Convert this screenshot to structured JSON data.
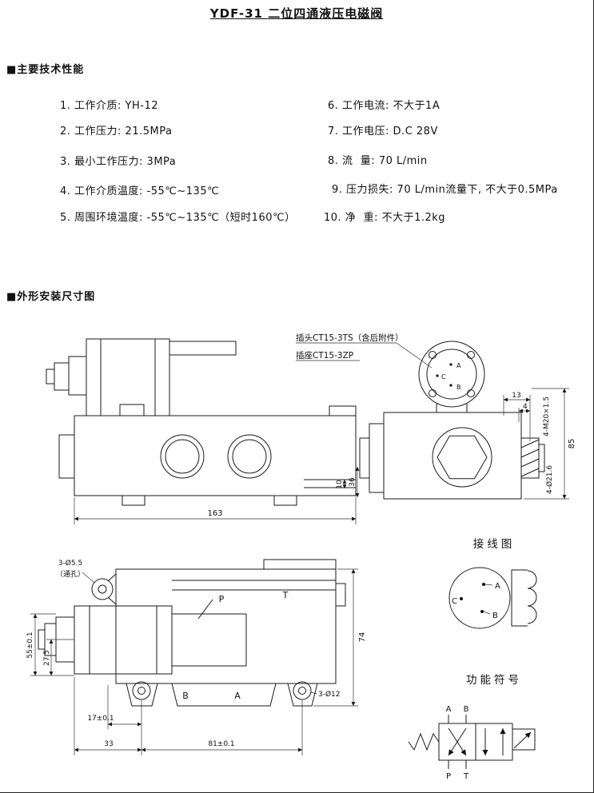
{
  "page": {
    "title": "YDF-31 二位四通液压电磁阀"
  },
  "sections": {
    "specs": "■主要技术性能",
    "dims": "■外形安装尺寸图"
  },
  "specs": {
    "left": [
      "1. 工作介质: YH-12",
      "2. 工作压力: 21.5MPa",
      "3. 最小工作压力: 3MPa",
      "4. 工作介质温度: -55℃~135℃",
      "5. 周围环境温度: -55℃~135℃（短时160℃）"
    ],
    "right": [
      "6. 工作电流: 不大于1A",
      "7. 工作电压: D.C 28V",
      "8. 流  量: 70 L/min",
      "9. 压力损失: 70 L/min流量下, 不大于0.5MPa",
      "10. 净  重: 不大于1.2kg"
    ]
  },
  "drawing": {
    "plug_label": "插头CT15-3TS（含后附件）",
    "socket_label": "插座CT15-3ZP",
    "dims": {
      "d163": "163",
      "d10": "10",
      "d36": "36",
      "d13": "13",
      "d4": "4",
      "m20": "4-M20×1.5",
      "d85": "85",
      "phi216": "4-Ø21.6",
      "holes": "3-Ø5.5",
      "through": "（通孔）",
      "d55": "55±0.1",
      "d275": "27.5",
      "d17": "17±0.1",
      "d33": "33",
      "d81": "81±0.1",
      "d74": "74",
      "phi12": "3-Ø12"
    },
    "ports": {
      "P": "P",
      "T": "T",
      "B": "B",
      "A": "A"
    },
    "flange_pins": {
      "A": "A",
      "B": "B",
      "C": "C"
    },
    "wiring": {
      "title": "接线图",
      "A": "A",
      "B": "B",
      "C": "C"
    },
    "symbol": {
      "title": "功能符号",
      "A": "A",
      "B": "B",
      "P": "P",
      "T": "T"
    }
  }
}
